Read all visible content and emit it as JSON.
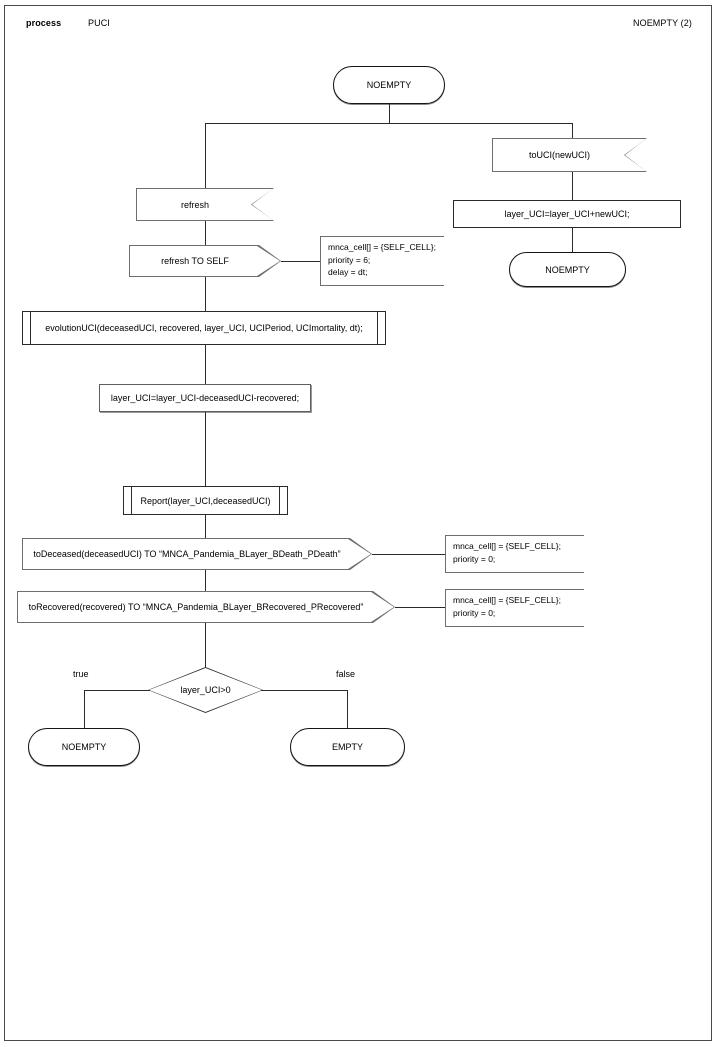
{
  "header": {
    "kind": "process",
    "process_name": "PUCI",
    "state_ref": "NOEMPTY (2)"
  },
  "diagram": {
    "type": "sdl-process-flowchart",
    "start_state": "NOEMPTY",
    "left_branch": {
      "input": "refresh",
      "output": "refresh TO SELF",
      "output_comment": {
        "line1": "mnca_cell[] = {SELF_CELL};",
        "line2": "priority = 6;",
        "line3": "delay = dt;"
      },
      "procedure_call_1": "evolutionUCI(deceasedUCI, recovered, layer_UCI, UCIPeriod, UCImortality, dt);",
      "task_1": "layer_UCI=layer_UCI-deceasedUCI-recovered;",
      "procedure_call_2": "Report(layer_UCI,deceasedUCI)",
      "output_2": "toDeceased(deceasedUCI) TO “MNCA_Pandemia_BLayer_BDeath_PDeath”",
      "output_2_comment": {
        "line1": "mnca_cell[] = {SELF_CELL};",
        "line2": "priority = 0;"
      },
      "output_3": "toRecovered(recovered) TO “MNCA_Pandemia_BLayer_BRecovered_PRecovered”",
      "output_3_comment": {
        "line1": "mnca_cell[] = {SELF_CELL};",
        "line2": "priority = 0;"
      },
      "decision": "layer_UCI>0",
      "branch_true_label": "true",
      "branch_false_label": "false",
      "state_true": "NOEMPTY",
      "state_false": "EMPTY"
    },
    "right_branch": {
      "input": "toUCI(newUCI)",
      "task": "layer_UCI=layer_UCI+newUCI;",
      "end_state": "NOEMPTY"
    }
  },
  "colors": {
    "line": "#2b2b2b",
    "shape_border": "#5f5f5f",
    "shadow": "#9a9a9a",
    "background": "#ffffff"
  }
}
